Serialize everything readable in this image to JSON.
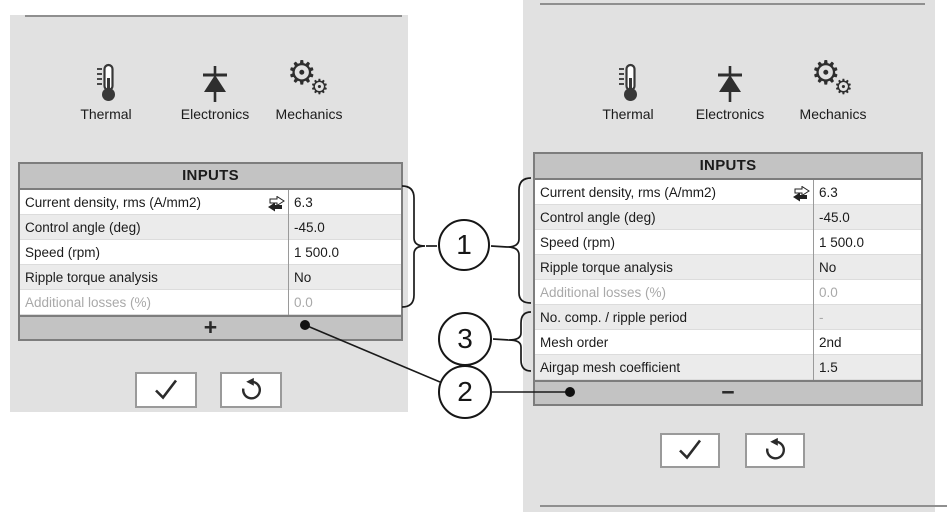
{
  "colors": {
    "panel_bg": "#e1e1e1",
    "table_header_bg": "#c3c3c3",
    "border_dark": "#7d7d7d",
    "row_alt_bg": "#ebebeb",
    "disabled_text": "#a9a9a9",
    "text": "#1b1b1b"
  },
  "callouts": [
    {
      "label": "1"
    },
    {
      "label": "2"
    },
    {
      "label": "3"
    }
  ],
  "panels": [
    {
      "name": "before",
      "toolbar": [
        {
          "icon": "thermometer-icon",
          "label": "Thermal"
        },
        {
          "icon": "diode-icon",
          "label": "Electronics"
        },
        {
          "icon": "gears-icon",
          "label": "Mechanics"
        }
      ],
      "table": {
        "title": "INPUTS",
        "rows": [
          {
            "label": "Current density, rms (A/mm2)",
            "value": "6.3"
          },
          {
            "label": "Control angle (deg)",
            "value": "-45.0"
          },
          {
            "label": "Speed (rpm)",
            "value": "1 500.0"
          },
          {
            "label": "Ripple torque analysis",
            "value": "No"
          },
          {
            "label": "Additional losses (%)",
            "value": "0.0"
          }
        ],
        "footer_label": "+"
      }
    },
    {
      "name": "after",
      "toolbar": [
        {
          "icon": "thermometer-icon",
          "label": "Thermal"
        },
        {
          "icon": "diode-icon",
          "label": "Electronics"
        },
        {
          "icon": "gears-icon",
          "label": "Mechanics"
        }
      ],
      "table": {
        "title": "INPUTS",
        "rows": [
          {
            "label": "Current density, rms (A/mm2)",
            "value": "6.3"
          },
          {
            "label": "Control angle (deg)",
            "value": "-45.0"
          },
          {
            "label": "Speed (rpm)",
            "value": "1 500.0"
          },
          {
            "label": "Ripple torque analysis",
            "value": "No"
          },
          {
            "label": "Additional losses (%)",
            "value": "0.0"
          },
          {
            "label": "No. comp. / ripple period",
            "value": "-"
          },
          {
            "label": "Mesh order",
            "value": "2nd"
          },
          {
            "label": "Airgap mesh coefficient",
            "value": "1.5"
          }
        ],
        "footer_label": "−"
      }
    }
  ]
}
